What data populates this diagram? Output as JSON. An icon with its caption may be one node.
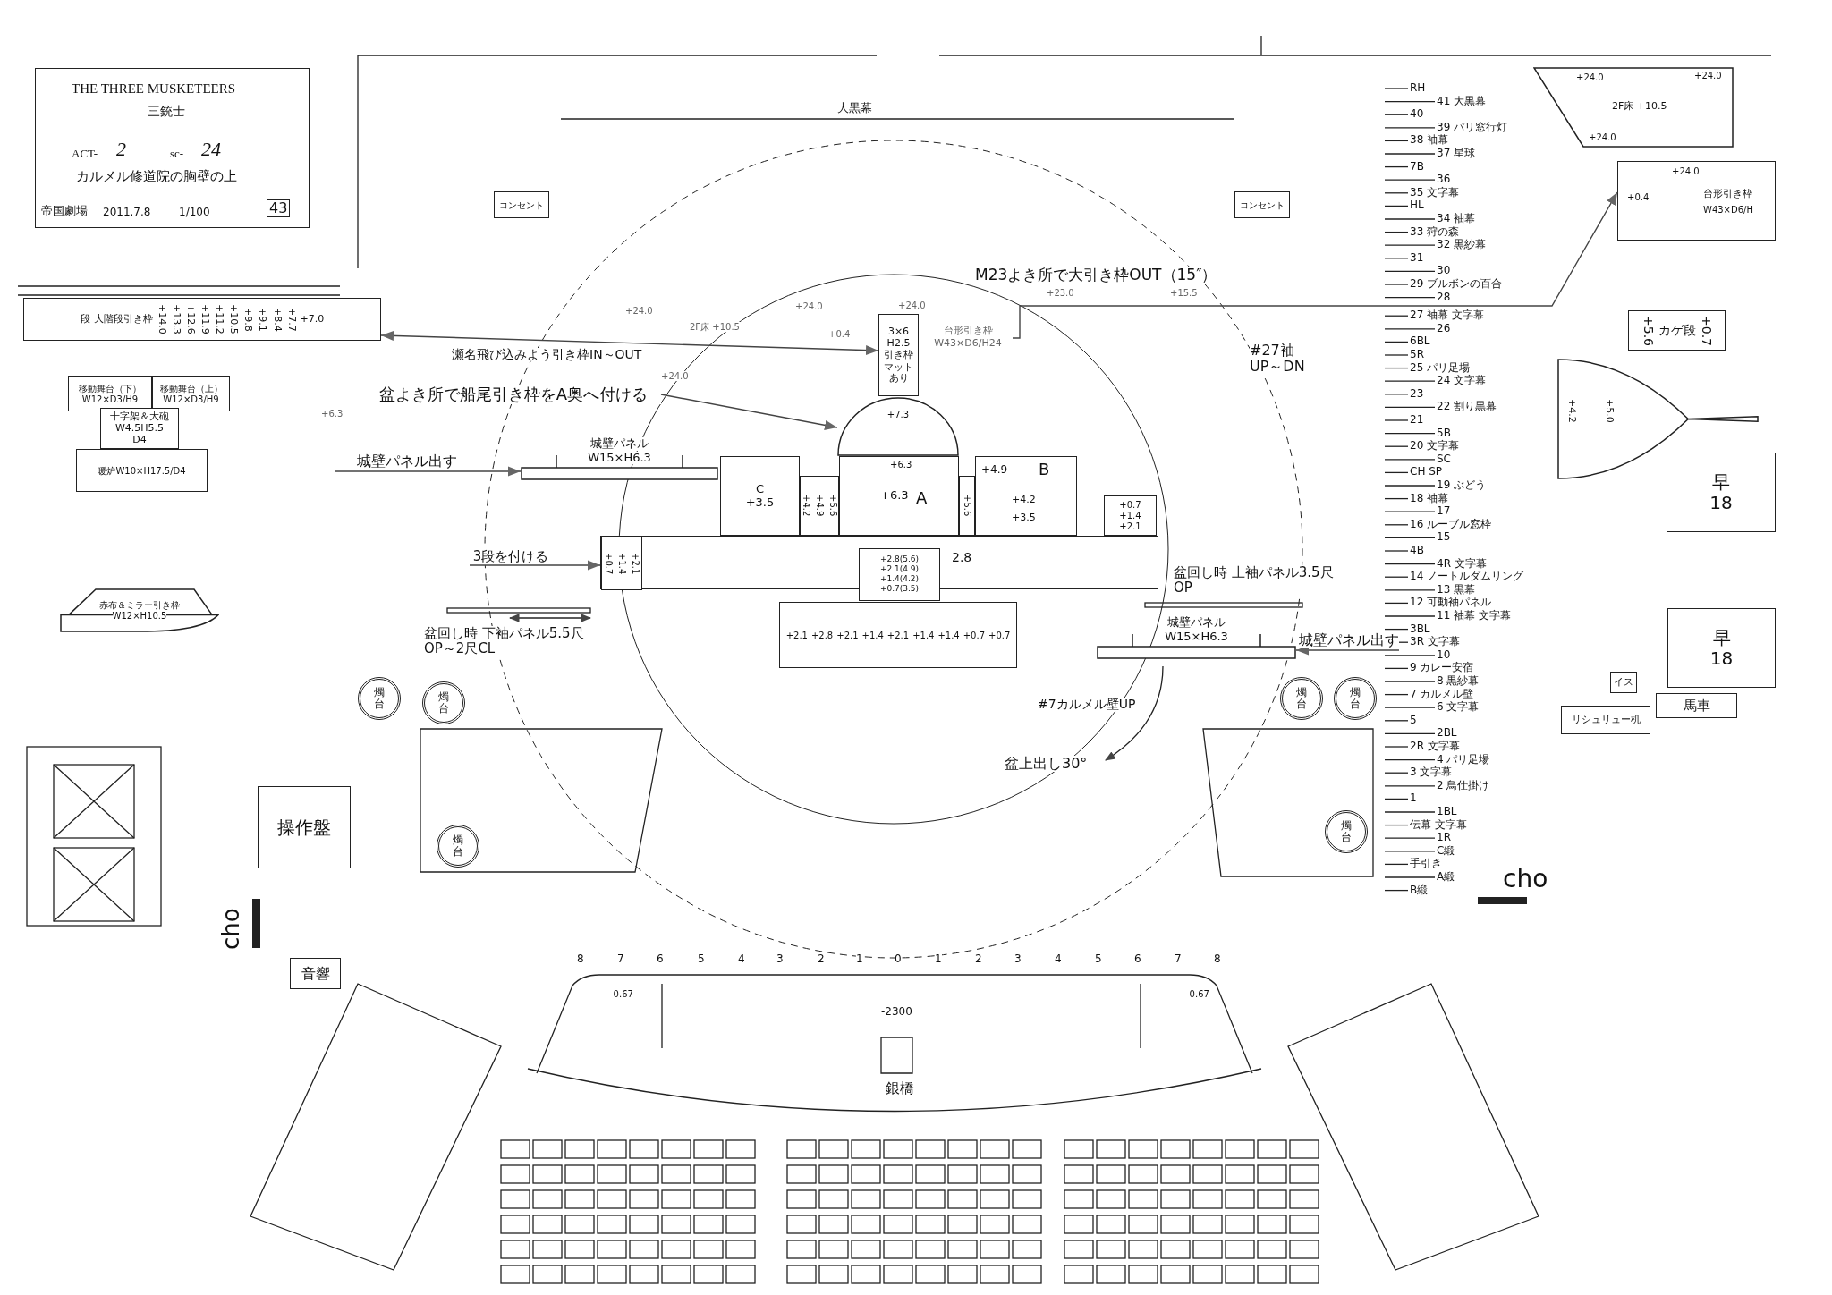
{
  "diagram": {
    "nodes": [
      {
        "text": [
          "THE THREE MUSKETEERS",
          "三銃士",
          "ACT-",
          "2",
          "sc-",
          "24",
          "カルメル修道院の胸壁の上",
          "帝国劇場",
          "2011.7.8",
          "1/100",
          "43"
        ]
      },
      {
        "text": [
          "段",
          "大階段引き枠",
          "+14.0",
          "+13.3",
          "+12.6",
          "+11.9",
          "+11.2",
          "+10.5",
          "+9.8",
          "+9.1",
          "+8.4",
          "+7.7",
          "+7.0"
        ]
      },
      {
        "text": [
          "移動舞台（下）",
          "W12×D3/H9"
        ]
      },
      {
        "text": [
          "移動舞台（上）",
          "W12×D3/H9"
        ]
      },
      {
        "text": [
          "十字架＆大砲",
          "W4.5H5.5",
          "D4"
        ]
      },
      {
        "text": [
          "暖炉W10×H17.5/D4"
        ]
      },
      {
        "text": [
          "赤布＆ミラー引き枠",
          "W12×H10.5"
        ]
      },
      {
        "text": [
          "操作盤"
        ]
      },
      {
        "text": [
          "音響"
        ]
      },
      {
        "text": [
          "3×6",
          "H2.5",
          "引き枠",
          "マットあり"
        ]
      },
      {
        "text": [
          "台形引き枠",
          "W43×D6/H24"
        ]
      },
      {
        "text": [
          "城壁パネル",
          "W15×H6.3"
        ]
      },
      {
        "text": [
          "城壁パネル",
          "W15×H6.3"
        ]
      },
      {
        "text": [
          "+7.3"
        ]
      },
      {
        "text": [
          "+6.3",
          "+6.3",
          "A"
        ]
      },
      {
        "text": [
          "C",
          "+3.5"
        ]
      },
      {
        "text": [
          "+4.2",
          "+4.9",
          "+5.6"
        ]
      },
      {
        "text": [
          "+5.6"
        ]
      },
      {
        "text": [
          "+4.9",
          "B",
          "+4.2",
          "+3.5"
        ]
      },
      {
        "text": [
          "+0.7",
          "+1.4",
          "+2.1"
        ]
      },
      {
        "text": [
          "2.8"
        ]
      },
      {
        "text": [
          "+0.7",
          "+1.4",
          "+2.1"
        ],
        "in": 20
      },
      {
        "text": [
          "+2.8(5.6)",
          "+2.1(4.9)",
          "+1.4(4.2)",
          "+0.7(3.5)"
        ]
      },
      {
        "text": [
          "+2.1",
          "+2.8",
          "+2.1",
          "+1.4",
          "+2.1",
          "+1.4",
          "+1.4",
          "+0.7",
          "+0.7"
        ]
      },
      {
        "text": [
          "城壁パネル出す"
        ]
      },
      {
        "text": [
          "3段を付ける"
        ]
      },
      {
        "text": [
          "盆よき所で船尾引き枠をA奥へ付ける"
        ]
      },
      {
        "text": [
          "城壁パネル出す"
        ]
      },
      {
        "text": [
          "+24.0",
          "+24.0",
          "2F床 +10.5",
          "+24.0"
        ]
      },
      {
        "text": [
          "+24.0",
          "+0.4",
          "台形引き枠",
          "W43×D6/H"
        ]
      },
      {
        "text": [
          "+5.6",
          "カゲ段",
          "+0.7"
        ]
      },
      {
        "text": [
          "+4.2",
          "+5.0"
        ]
      },
      {
        "text": [
          "早",
          "18"
        ]
      },
      {
        "text": [
          "早",
          "18"
        ]
      },
      {
        "text": [
          "イス"
        ]
      },
      {
        "text": [
          "リシュリュー机"
        ]
      },
      {
        "text": [
          "馬車"
        ]
      },
      {
        "text": [
          "燭台"
        ]
      },
      {
        "text": [
          "燭台"
        ]
      },
      {
        "text": [
          "燭台"
        ]
      },
      {
        "text": [
          "燭台"
        ]
      },
      {
        "text": [
          "燭台"
        ]
      },
      {
        "text": [
          "燭台"
        ]
      },
      {
        "text": [
          "コンセント"
        ]
      },
      {
        "text": [
          "コンセント"
        ]
      }
    ],
    "edges": [
      {
        "from": 1,
        "to": 9,
        "arrow": "both",
        "label": "瀬名飛び込みよう引き枠IN～OUT"
      },
      {
        "from": 26,
        "to": 13,
        "arrow": "to"
      },
      {
        "from": 24,
        "to": 11,
        "arrow": "to"
      },
      {
        "from": 25,
        "to": 21,
        "arrow": "to"
      },
      {
        "from": 27,
        "to": 12,
        "arrow": "to"
      },
      {
        "from": 10,
        "to": 29,
        "arrow": "to",
        "label": "M23よき所で大引き枠OUT（15″）"
      }
    ],
    "labels": [
      "大黒幕",
      "+24.0",
      "+24.0",
      "+24.0",
      "+23.0",
      "+15.5",
      "2F床 +10.5",
      "+0.4",
      "+24.0",
      "+6.3",
      "#27袖 UP～DN",
      "盆回し時 下袖パネル5.5尺OP～2尺CL",
      "盆回し時 上袖パネル3.5尺OP",
      "#7カルメル壁UP",
      "盆上出し30°",
      "cho",
      "8",
      "7",
      "6",
      "5",
      "4",
      "3",
      "2",
      "1",
      "0",
      "1",
      "2",
      "3",
      "4",
      "5",
      "6",
      "7",
      "8",
      "-0.67",
      "-0.67",
      "-2300",
      "銀橋",
      "RH",
      "41 大黒幕",
      "40",
      "39 パリ窓行灯",
      "38 袖幕",
      "37 星球",
      "7B",
      "36",
      "35 文字幕",
      "HL",
      "34 袖幕",
      "33 狩の森",
      "32 黒紗幕",
      "31",
      "30",
      "29 ブルボンの百合",
      "28",
      "27 袖幕 文字幕",
      "26",
      "6BL",
      "5R",
      "25 パリ足場",
      "24 文字幕",
      "23",
      "22 割り黒幕",
      "21",
      "5B",
      "20 文字幕",
      "SC",
      "CH SP",
      "19 ぶどう",
      "18 袖幕",
      "17",
      "16 ルーブル窓枠",
      "15",
      "4B",
      "4R 文字幕",
      "14 ノートルダムリング",
      "13 黒幕",
      "12 可動袖パネル",
      "11 袖幕 文字幕",
      "3BL",
      "3R 文字幕",
      "10",
      "9 カレー安宿",
      "8 黒紗幕",
      "7 カルメル壁",
      "6 文字幕",
      "5",
      "2BL",
      "2R 文字幕",
      "4 パリ足場",
      "3 文字幕",
      "2 鳥仕掛け",
      "1",
      "1BL",
      "伝幕 文字幕",
      "1R",
      "C緞",
      "手引き",
      "A緞",
      "B緞",
      "cho"
    ]
  }
}
